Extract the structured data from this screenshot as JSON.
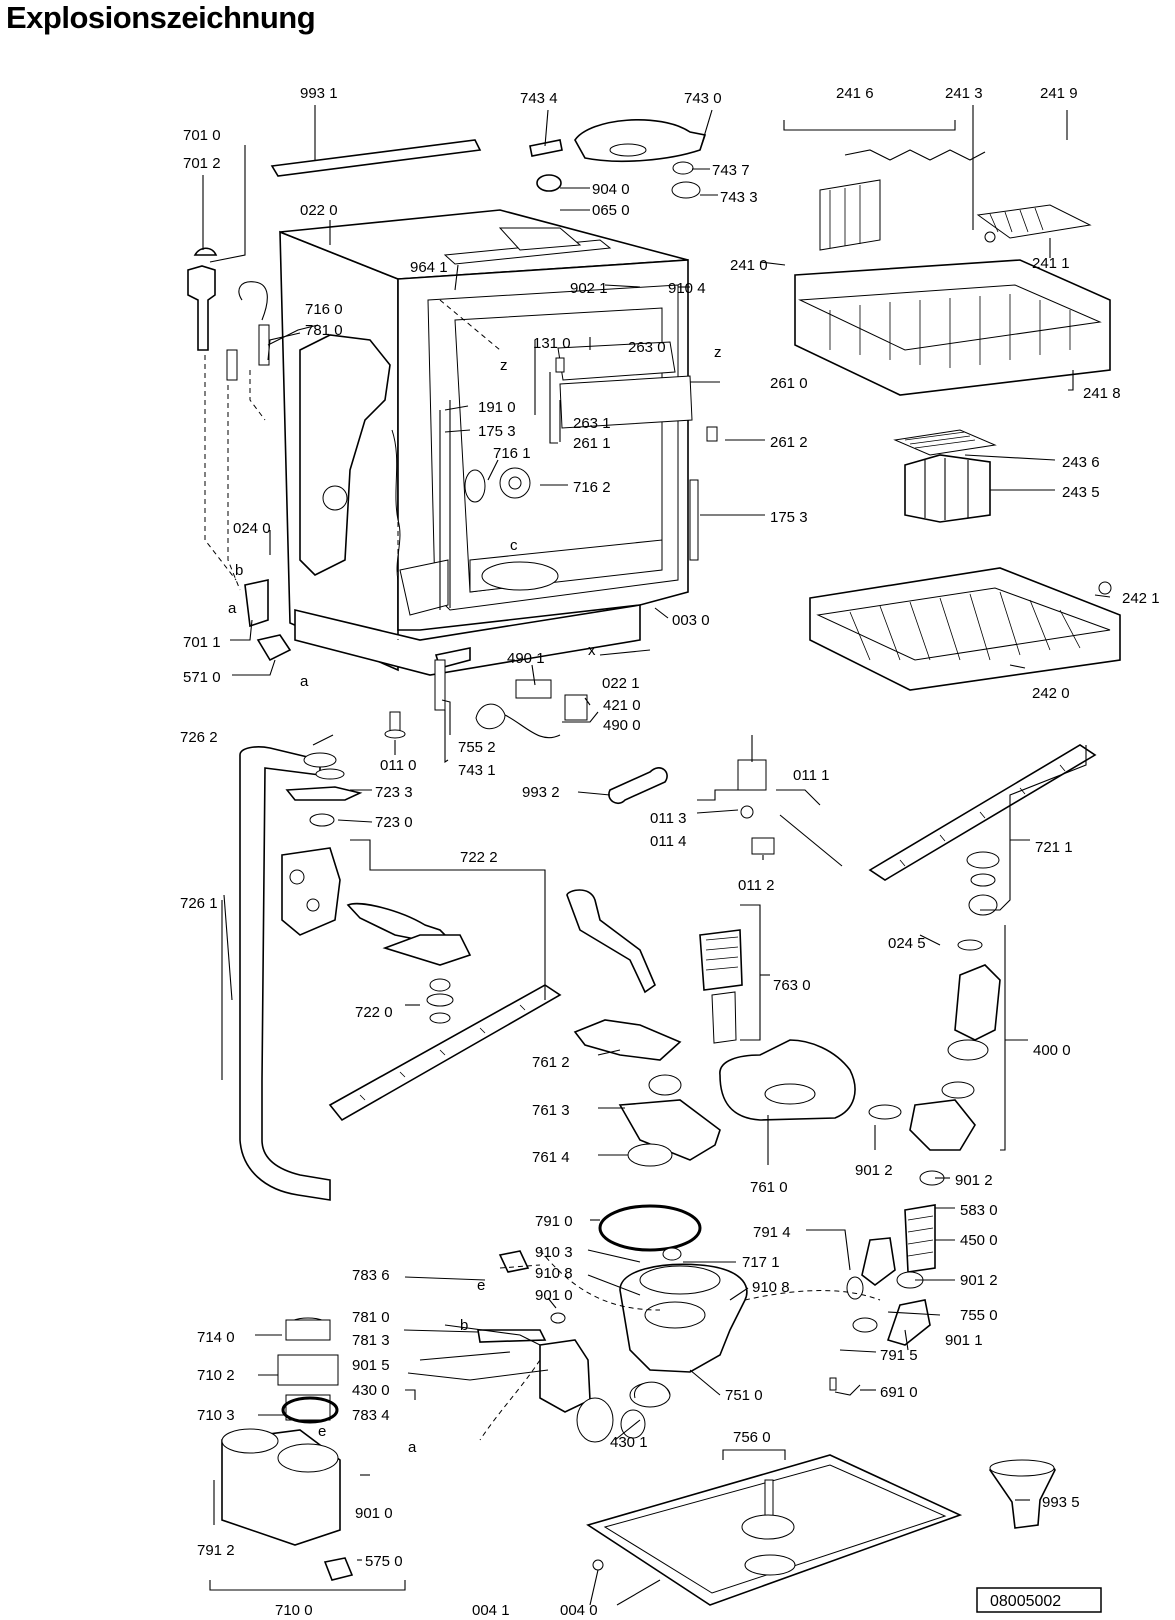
{
  "title": "Explosionszeichnung",
  "document_number": "08005002",
  "labels": [
    "993 1",
    "743 4",
    "743 0",
    "241 6",
    "241 3",
    "241 9",
    "701 0",
    "701 2",
    "743 7",
    "743 3",
    "904 0",
    "065 0",
    "022 0",
    "964 1",
    "902 1",
    "910 4",
    "241 0",
    "241 1",
    "716 0",
    "781 0",
    "131 0",
    "263 0",
    "261 0",
    "241 8",
    "191 0",
    "175 3",
    "263 1",
    "261 1",
    "261 2",
    "716 1",
    "716 2",
    "243 6",
    "243 5",
    "175 3",
    "024 0",
    "242 1",
    "701 1",
    "003 0",
    "490 1",
    "022 1",
    "571 0",
    "421 0",
    "490 0",
    "242 0",
    "755 2",
    "743 1",
    "726 2",
    "011 0",
    "723 3",
    "723 0",
    "993 2",
    "011 1",
    "011 3",
    "011 4",
    "011 2",
    "721 1",
    "722 2",
    "726 1",
    "024 5",
    "763 0",
    "722 0",
    "400 0",
    "761 2",
    "761 3",
    "761 4",
    "761 0",
    "901 2",
    "901 2",
    "791 0",
    "583 0",
    "791 4",
    "450 0",
    "910 3",
    "717 1",
    "910 8",
    "910 8",
    "901 2",
    "783 6",
    "901 0",
    "755 0",
    "714 0",
    "781 0",
    "781 3",
    "901 1",
    "901 5",
    "791 5",
    "710 2",
    "430 0",
    "751 0",
    "691 0",
    "710 3",
    "783 4",
    "430 1",
    "756 0",
    "901 0",
    "993 5",
    "791 2",
    "575 0",
    "710 0",
    "004 1",
    "004 0"
  ],
  "letters": [
    "b",
    "a",
    "a",
    "z",
    "z",
    "c",
    "x",
    "e",
    "e",
    "b",
    "a"
  ]
}
